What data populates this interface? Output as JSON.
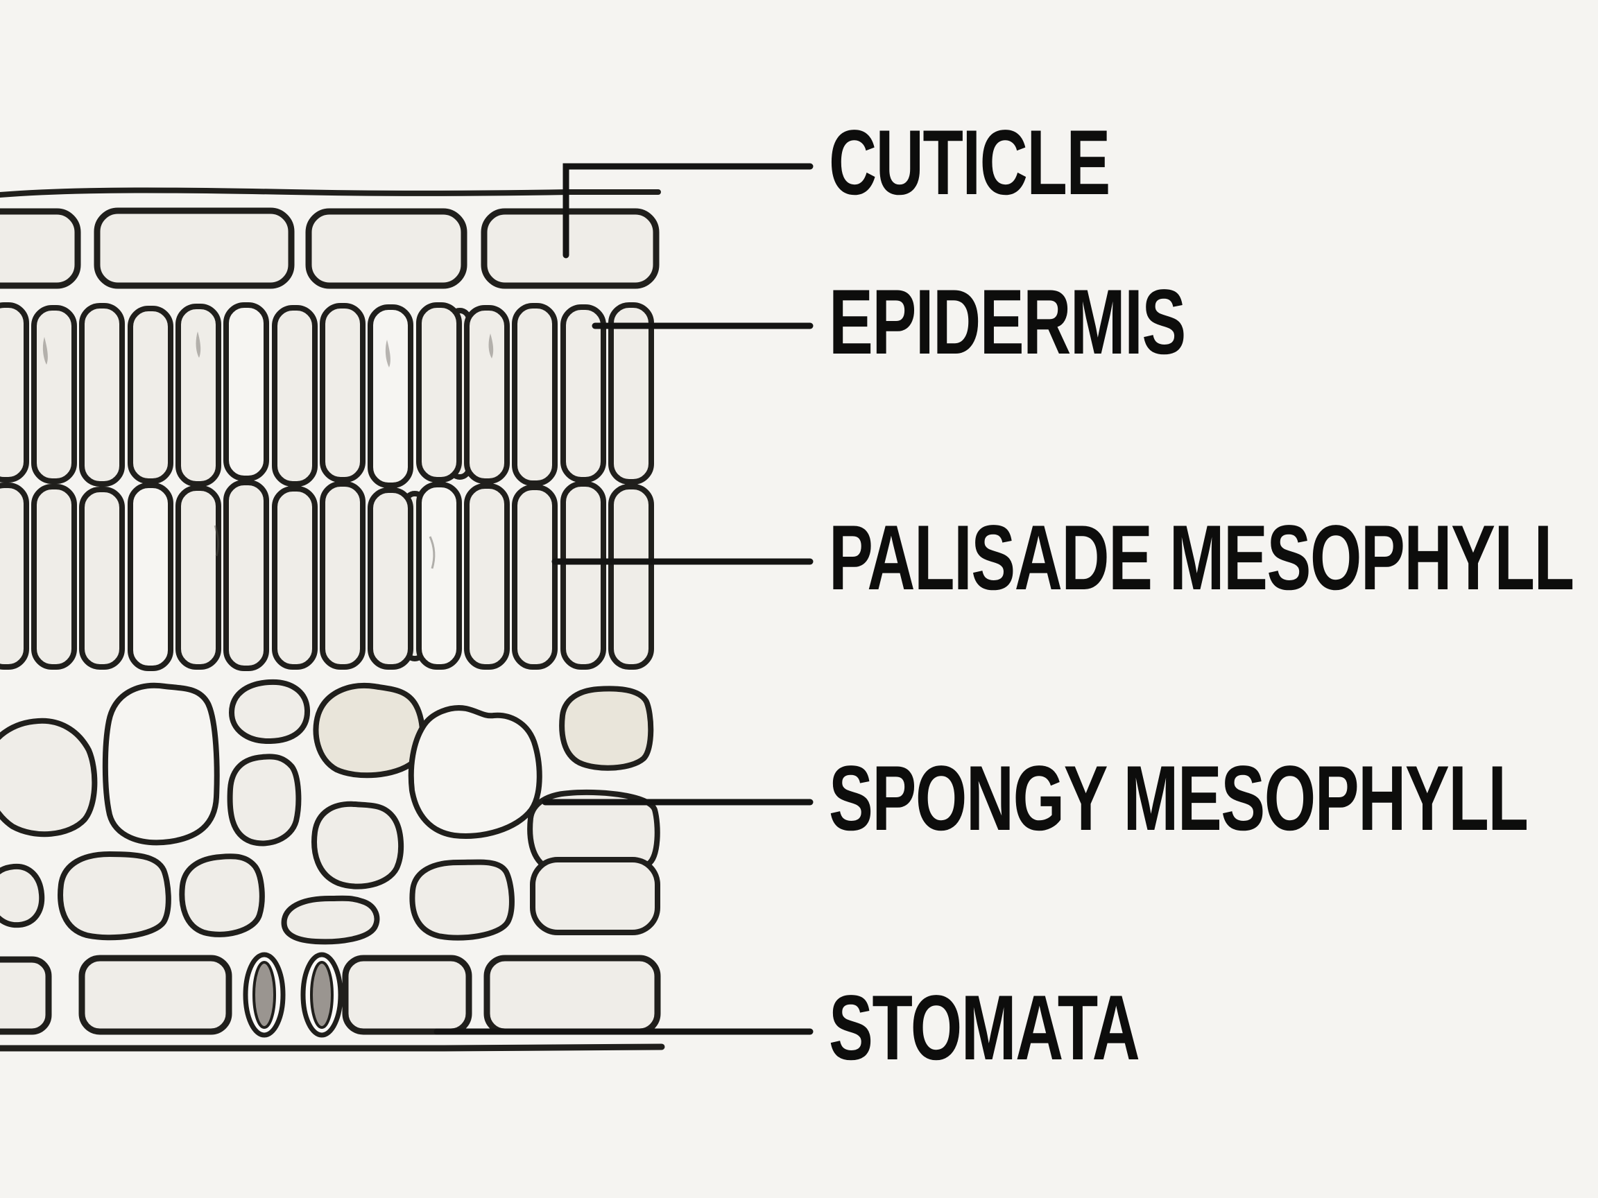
{
  "diagram": {
    "labels": [
      {
        "id": "cuticle",
        "text": "CUTICLE"
      },
      {
        "id": "epidermis",
        "text": "EPIDERMIS"
      },
      {
        "id": "palisade-mesophyll",
        "text": "PALISADE MESOPHYLL"
      },
      {
        "id": "spongy-mesophyll",
        "text": "SPONGY MESOPHYLL"
      },
      {
        "id": "stomata",
        "text": "STOMATA"
      }
    ]
  },
  "colors": {
    "background": "#f5f4f1",
    "cell": "#efede8",
    "cellLight": "#f6f5f2",
    "cellBeige": "#e9e5da",
    "stroke": "#201f1c",
    "leader": "#141413",
    "ink": "#0d0d0c",
    "guard": "#9a9590",
    "white": "#fbfaf8"
  }
}
